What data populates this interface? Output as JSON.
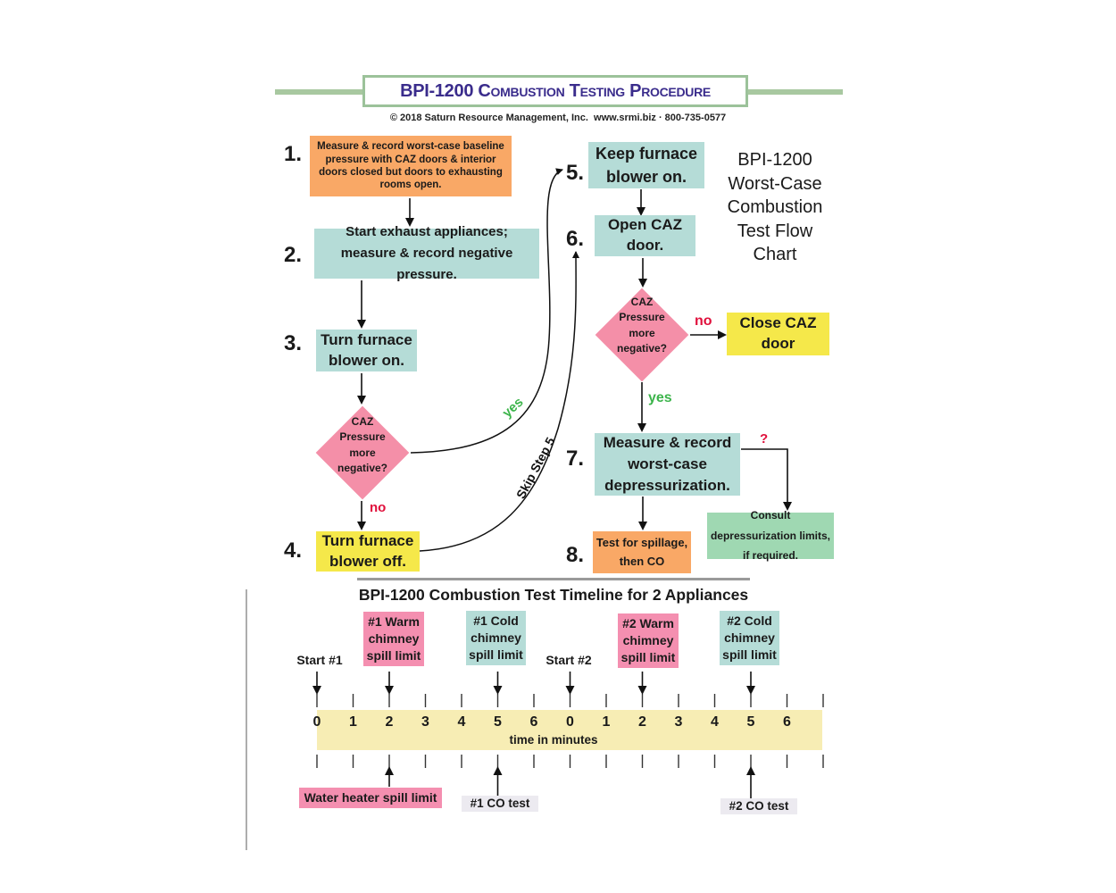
{
  "header": {
    "title": "BPI-1200 Combustion Testing Procedure",
    "copyright": "© 2018 Saturn Resource Management, Inc.  www.srmi.biz · 800-735-0577"
  },
  "side_title": [
    "BPI-1200",
    "Worst-Case",
    "Combustion",
    "Test Flow",
    "Chart"
  ],
  "steps": [
    {
      "num": "1.",
      "text": "Measure & record worst-case baseline pressure with CAZ doors & interior doors closed but doors to exhausting rooms open.",
      "color": "#f9a866"
    },
    {
      "num": "2.",
      "text": "Start exhaust appliances; measure & record negative pressure.",
      "color": "#b5dcd7"
    },
    {
      "num": "3.",
      "text": "Turn furnace blower on.",
      "color": "#b5dcd7"
    },
    {
      "num": "4.",
      "text": "Turn furnace blower off.",
      "color": "#f5e84a"
    },
    {
      "num": "5.",
      "text": "Keep furnace blower on.",
      "color": "#b5dcd7"
    },
    {
      "num": "6.",
      "text": "Open CAZ door.",
      "color": "#b5dcd7"
    },
    {
      "num": "7.",
      "text": "Measure & record worst-case depressurization.",
      "color": "#b5dcd7"
    },
    {
      "num": "8.",
      "text": "Test for spillage, then CO",
      "color": "#f9a866"
    }
  ],
  "decisions": [
    {
      "text": "CAZ Pressure more negative?",
      "yes_label": "yes",
      "no_label": "no"
    },
    {
      "text": "CAZ Pressure more negative?",
      "yes_label": "yes",
      "no_label": "no"
    }
  ],
  "side_boxes": {
    "close_caz": "Close CAZ door",
    "consult": "Consult depressurization limits, if required.",
    "question_label": "?",
    "skip_label": "Skip Step 5"
  },
  "colors": {
    "yes": "#3cb44b",
    "no": "#e0103c",
    "header_border": "#9cc29a",
    "title": "#3a2c8c"
  },
  "timeline": {
    "title": "BPI-1200 Combustion Test Timeline for 2 Appliances",
    "axis_label": "time in minutes",
    "ticks": [
      "0",
      "1",
      "2",
      "3",
      "4",
      "5",
      "6",
      "0",
      "1",
      "2",
      "3",
      "4",
      "5",
      "6"
    ],
    "top_markers": [
      {
        "label": "Start #1",
        "tick": 0,
        "style": "plain"
      },
      {
        "label": "#1 Warm chimney spill limit",
        "tick": 2,
        "style": "pink"
      },
      {
        "label": "#1 Cold chimney spill limit",
        "tick": 5,
        "style": "teal"
      },
      {
        "label": "Start #2",
        "tick": 7,
        "style": "plain"
      },
      {
        "label": "#2 Warm chimney spill limit",
        "tick": 9,
        "style": "pink"
      },
      {
        "label": "#2 Cold chimney spill limit",
        "tick": 12,
        "style": "teal"
      }
    ],
    "bottom_markers": [
      {
        "label": "Water heater spill limit",
        "tick": 2,
        "style": "pink"
      },
      {
        "label": "#1 CO test",
        "tick": 5,
        "style": "plain"
      },
      {
        "label": "#2 CO test",
        "tick": 12,
        "style": "plain"
      }
    ]
  }
}
